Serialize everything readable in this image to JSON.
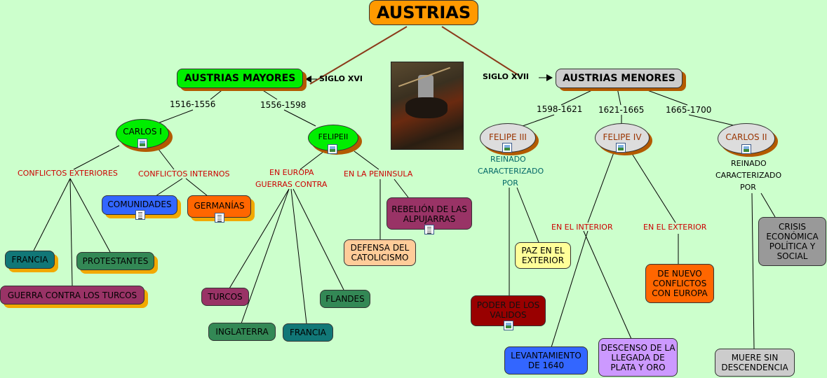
{
  "title": "AUSTRIAS",
  "mayores": {
    "label": "AUSTRIAS MAYORES",
    "siglo": "SIGLO XVI"
  },
  "menores": {
    "label": "AUSTRIAS MENORES",
    "siglo": "SIGLO XVII"
  },
  "periods": {
    "carlos1": "1516-1556",
    "felipe2": "1556-1598",
    "felipe3": "1598-1621",
    "felipe4": "1621-1665",
    "carlos2": "1665-1700"
  },
  "kings": {
    "carlos1": "CARLOS I",
    "felipe2": "FELIPEII",
    "felipe3": "FELIPE III",
    "felipe4": "FELIPE IV",
    "carlos2": "CARLOS II"
  },
  "carlos1": {
    "ext_label": "CONFLICTOS  EXTERIORES",
    "int_label": "CONFLICTOS  INTERNOS",
    "francia": "FRANCIA",
    "protestantes": "PROTESTANTES",
    "turcos": "GUERRA CONTRA LOS TURCOS",
    "comunidades": "COMUNIDADES",
    "germanias": "GERMANÍAS"
  },
  "felipe2": {
    "europa_label": "EN  EUROPA",
    "guerras_label": "GUERRAS  CONTRA",
    "peninsula_label": "EN  LA  PENINSULA",
    "turcos": "TURCOS",
    "inglaterra": "INGLATERRA",
    "francia": "FRANCIA",
    "flandes": "FLANDES",
    "rebelion": "REBELIÓN DE LAS ALPUJARRAS",
    "defensa": "DEFENSA DEL CATOLICISMO"
  },
  "felipe3": {
    "reinado": "REINADO",
    "caracterizado": "CARACTERIZADO",
    "por": "POR",
    "paz": "PAZ EN EL EXTERIOR",
    "validos": "PODER DE LOS VALIDOS"
  },
  "felipe4": {
    "interior_label": "EN  EL  INTERIOR",
    "exterior_label": "EN  EL  EXTERIOR",
    "conflictos": "DE NUEVO CONFLICTOS CON EUROPA",
    "levantamiento": "LEVANTAMIENTO DE 1640",
    "descenso": "DESCENSO DE LA LLEGADA DE PLATA Y ORO"
  },
  "carlos2": {
    "reinado": "REINADO",
    "caracterizado": "CARACTERIZADO",
    "por": "POR",
    "crisis": "CRISIS ECONÓMICA POLÍTICA Y SOCIAL",
    "muere": "MUERE SIN DESCENDENCIA"
  },
  "painting": "equestrian-portrait-image",
  "colors": {
    "background": "#ccffcc",
    "title": "#ff9900",
    "mayores": "#00ee00",
    "menores": "#cccccc",
    "red_label": "#cc0000",
    "teal": "#117777",
    "green": "#338855",
    "maroon": "#993366",
    "orange": "#ff6600",
    "blue": "#3366ff",
    "lilac": "#cc99ff",
    "yellow": "#ffff99",
    "peach": "#ffcc99",
    "darkred": "#990000",
    "grey": "#999999"
  }
}
